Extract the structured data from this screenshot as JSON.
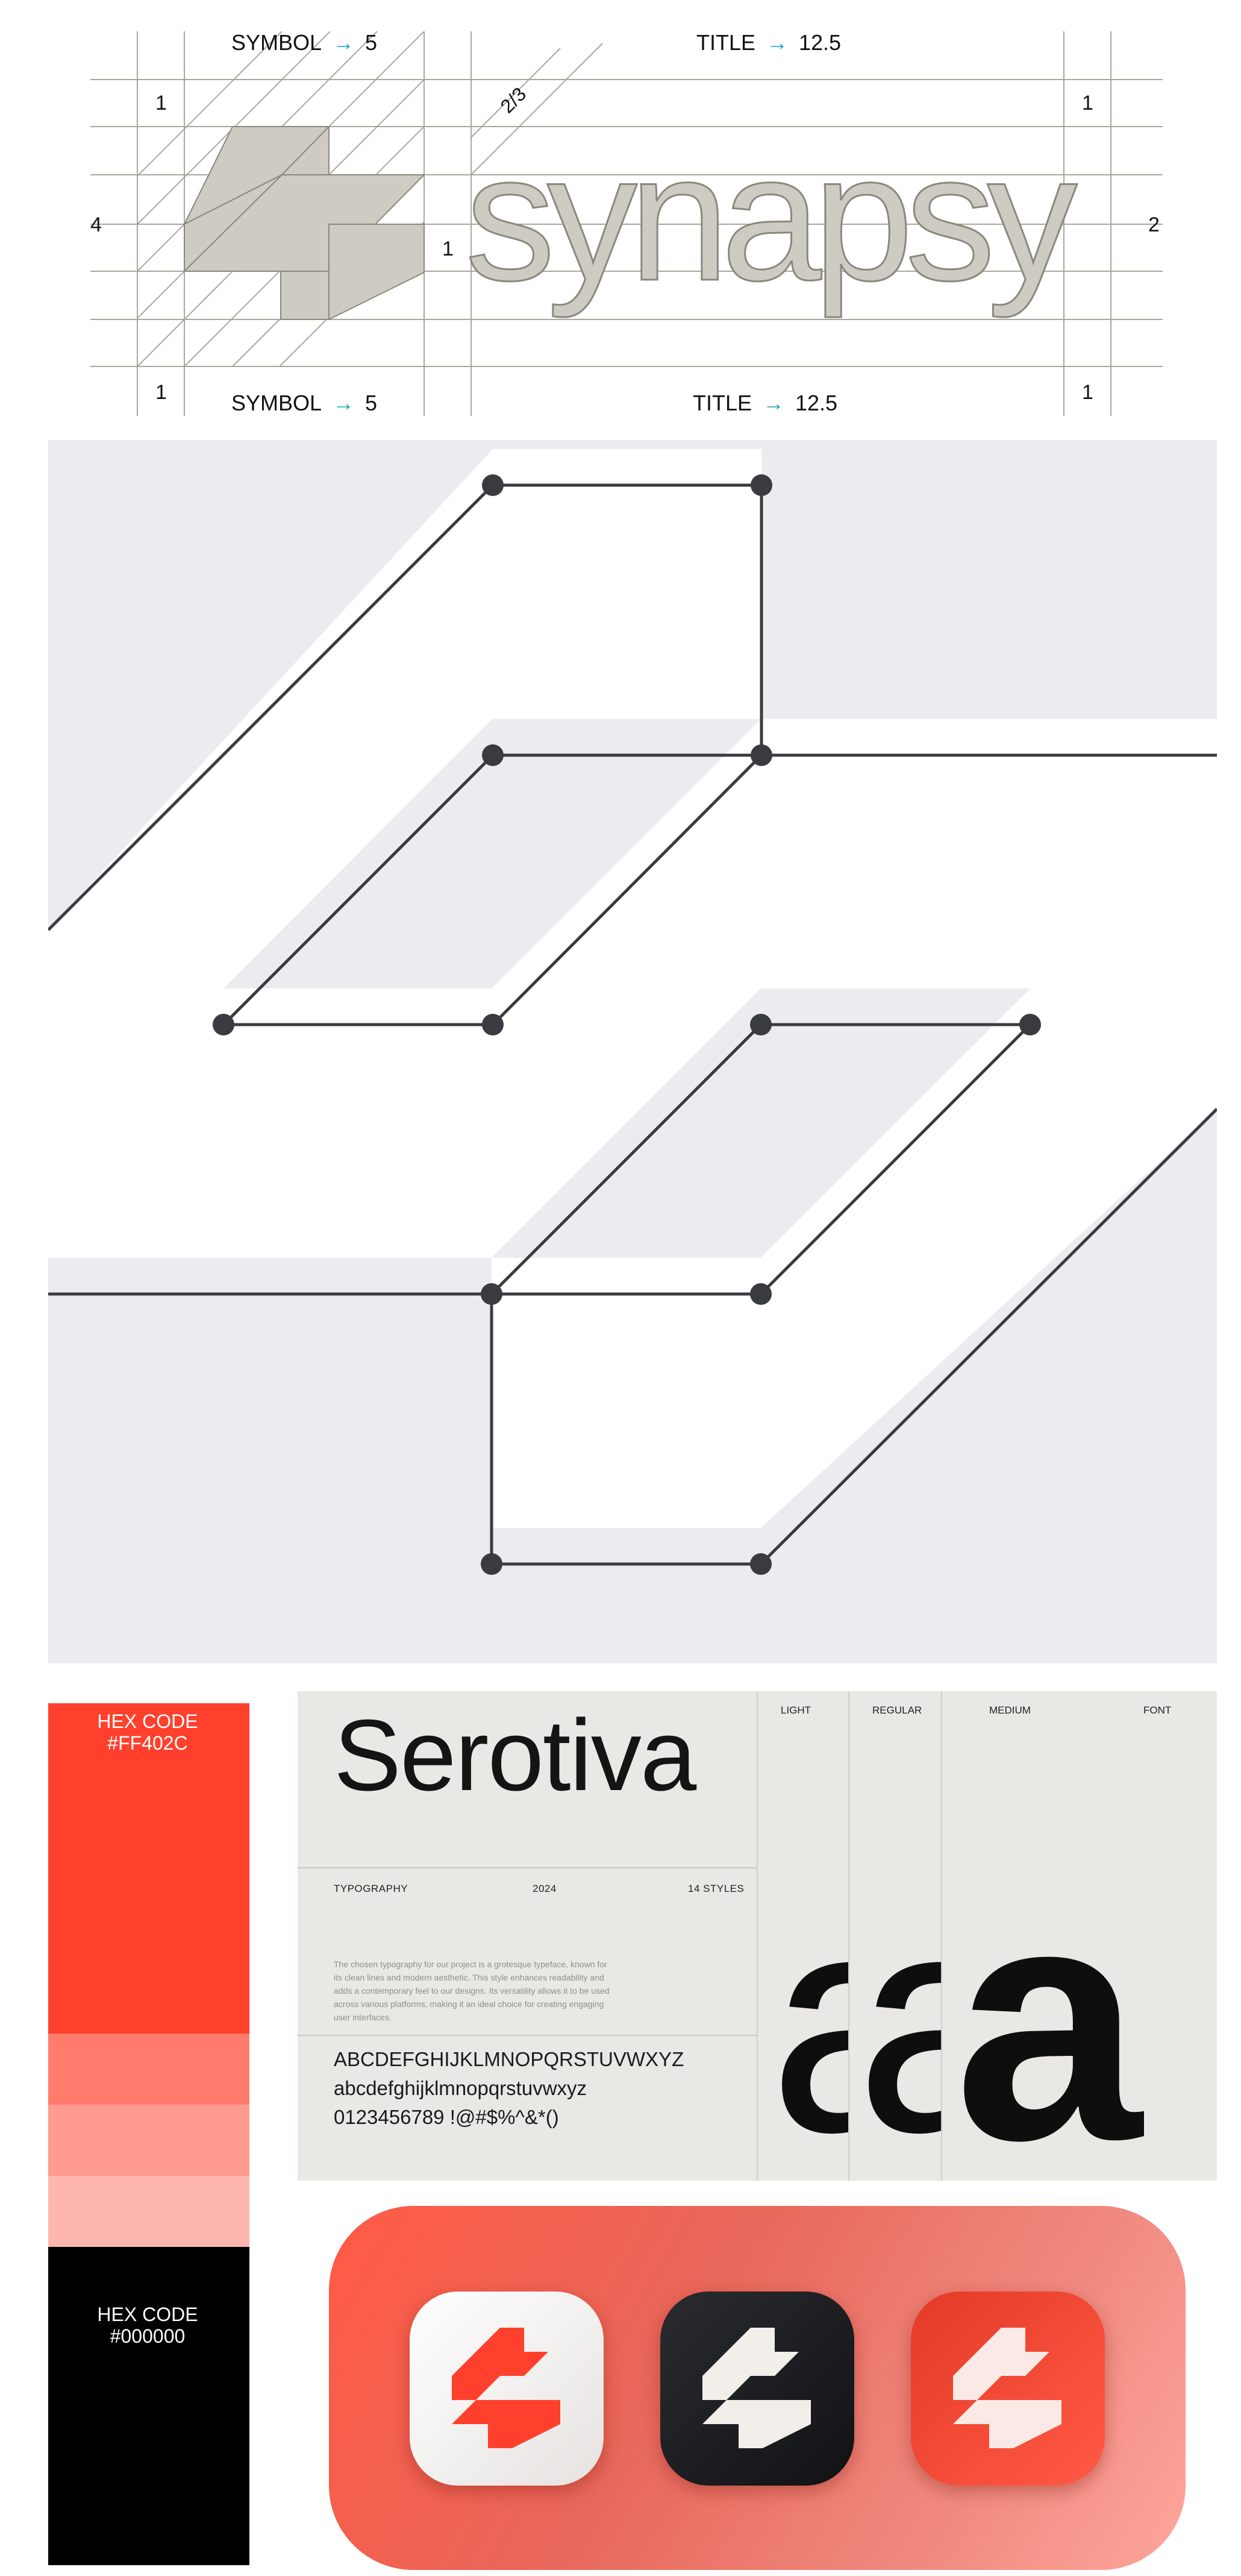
{
  "grid_diagram": {
    "top_symbol_label": "SYMBOL",
    "top_symbol_value": "5",
    "top_title_label": "TITLE",
    "top_title_value": "12.5",
    "bottom_symbol_label": "SYMBOL",
    "bottom_symbol_value": "5",
    "bottom_title_label": "TITLE",
    "bottom_title_value": "12.5",
    "arrow": "→",
    "fraction": "2/3",
    "wordmark": "synapsy",
    "num_left": "4",
    "num_right": "2",
    "num_top_left": "1",
    "num_top_right": "1",
    "num_bottom_left": "1",
    "num_bottom_right": "1",
    "num_gap": "1"
  },
  "colors": {
    "primary_label": "HEX CODE",
    "primary_hex": "#FF402C",
    "secondary_label": "HEX CODE",
    "secondary_hex": "#000000",
    "tints": [
      "#ff402c",
      "#ff7b6c",
      "#ff9a90",
      "#ffb6ae"
    ],
    "grid_line": "#a9a79d",
    "node_fill": "#3a3b40",
    "shape_grey": "#ecebef"
  },
  "typography": {
    "font_name": "Serotiva",
    "label_typography": "TYPOGRAPHY",
    "year": "2024",
    "styles": "14 STYLES",
    "description": "The chosen typography for our project is a grotesque typeface, known for its clean lines and modern aesthetic. This style enhances readability and adds a contemporary feel to our designs. Its versatility allows it to be used across various platforms, making it an ideal choice for creating engaging user interfaces.",
    "uppercase": "ABCDEFGHIJKLMNOPQRSTUVWXYZ",
    "lowercase": "abcdefghijklmnopqrstuvwxyz",
    "numerals": "0123456789 !@#$%^&*()",
    "weight_light": "LIGHT",
    "weight_regular": "REGULAR",
    "weight_medium": "MEDIUM",
    "weight_font": "FONT",
    "glyph": "a"
  }
}
